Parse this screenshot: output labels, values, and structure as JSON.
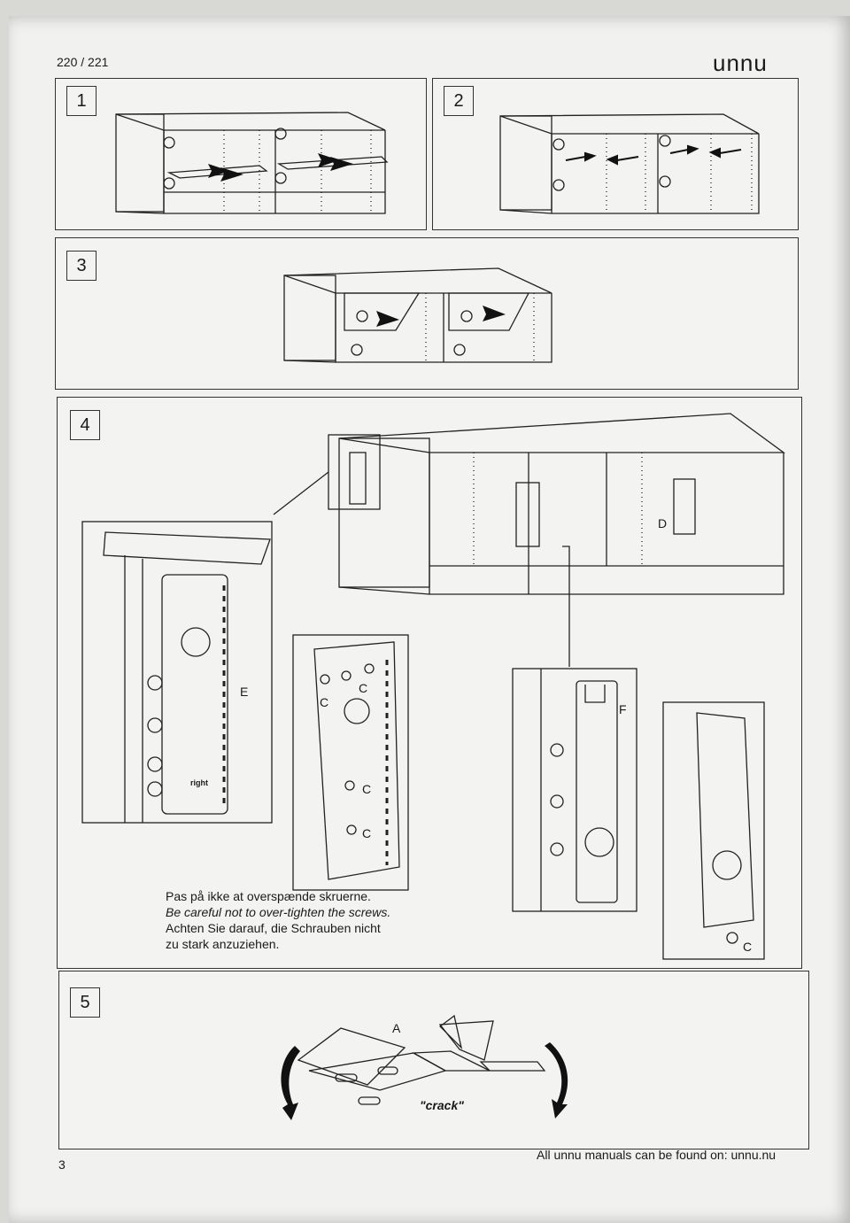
{
  "header": {
    "doc_number": "220 / 221",
    "brand": "unnu"
  },
  "steps": [
    {
      "number": "1"
    },
    {
      "number": "2"
    },
    {
      "number": "3"
    },
    {
      "number": "4"
    },
    {
      "number": "5"
    }
  ],
  "labels": {
    "e": "E",
    "c1": "C",
    "c2": "C",
    "c3": "C",
    "c4": "C",
    "c5": "C",
    "d": "D",
    "f": "F",
    "a": "A",
    "crack": "\"crack\"",
    "right": "right"
  },
  "caution": {
    "da": "Pas på ikke at overspænde skruerne.",
    "en": "Be careful not to over-tighten the screws.",
    "de1": "Achten Sie darauf, die Schrauben nicht",
    "de2": "zu stark anzuziehen."
  },
  "footer": {
    "page_number": "3",
    "note": "All unnu manuals can be found on: unnu.nu"
  },
  "colors": {
    "paper": "#f1f1ef",
    "ink": "#1a1a1a"
  }
}
